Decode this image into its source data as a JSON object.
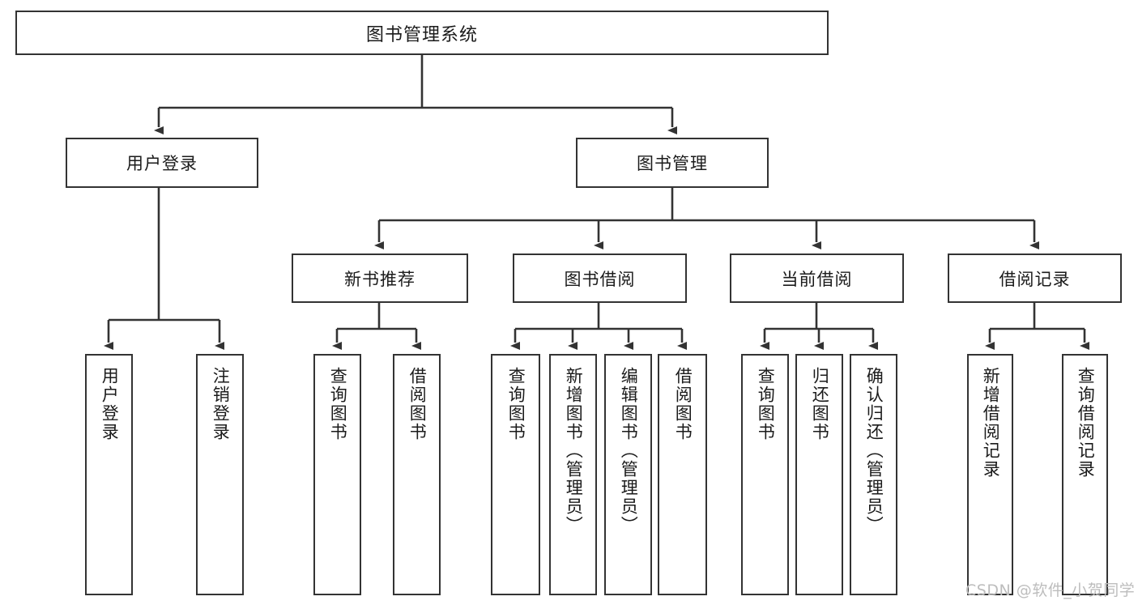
{
  "diagram": {
    "title": "图书管理系统",
    "watermark": "CSDN @软件_小贺同学",
    "accent_color": "#333333",
    "background_color": "#ffffff",
    "level2": {
      "user_login": "用户登录",
      "book_manage": "图书管理"
    },
    "level3": {
      "new_book_rec": "新书推荐",
      "book_borrow": "图书借阅",
      "current_borrow": "当前借阅",
      "borrow_record": "借阅记录"
    },
    "leaves": {
      "user_login_1": "用户登录",
      "user_login_2": "注销登录",
      "new_book_1": "查询图书",
      "new_book_2": "借阅图书",
      "borrow_1": "查询图书",
      "borrow_2": "新增图书（管理员）",
      "borrow_3": "编辑图书（管理员）",
      "borrow_4": "借阅图书",
      "current_1": "查询图书",
      "current_2": "归还图书",
      "current_3": "确认归还（管理员）",
      "record_1": "新增借阅记录",
      "record_2": "查询借阅记录"
    }
  },
  "chart_data": {
    "type": "diagram",
    "diagram_kind": "tree-hierarchy",
    "title": "图书管理系统",
    "orientation": "top-down",
    "nodes": [
      {
        "id": "root",
        "label": "图书管理系统",
        "level": 0,
        "text_orientation": "horizontal"
      },
      {
        "id": "user_login",
        "label": "用户登录",
        "level": 1,
        "text_orientation": "horizontal"
      },
      {
        "id": "book_manage",
        "label": "图书管理",
        "level": 1,
        "text_orientation": "horizontal"
      },
      {
        "id": "new_book_rec",
        "label": "新书推荐",
        "level": 2,
        "text_orientation": "horizontal"
      },
      {
        "id": "book_borrow",
        "label": "图书借阅",
        "level": 2,
        "text_orientation": "horizontal"
      },
      {
        "id": "current_borrow",
        "label": "当前借阅",
        "level": 2,
        "text_orientation": "horizontal"
      },
      {
        "id": "borrow_record",
        "label": "借阅记录",
        "level": 2,
        "text_orientation": "horizontal"
      },
      {
        "id": "user_login_1",
        "label": "用户登录",
        "level": 3,
        "text_orientation": "vertical"
      },
      {
        "id": "user_login_2",
        "label": "注销登录",
        "level": 3,
        "text_orientation": "vertical"
      },
      {
        "id": "new_book_1",
        "label": "查询图书",
        "level": 3,
        "text_orientation": "vertical"
      },
      {
        "id": "new_book_2",
        "label": "借阅图书",
        "level": 3,
        "text_orientation": "vertical"
      },
      {
        "id": "borrow_1",
        "label": "查询图书",
        "level": 3,
        "text_orientation": "vertical"
      },
      {
        "id": "borrow_2",
        "label": "新增图书（管理员）",
        "level": 3,
        "text_orientation": "vertical"
      },
      {
        "id": "borrow_3",
        "label": "编辑图书（管理员）",
        "level": 3,
        "text_orientation": "vertical"
      },
      {
        "id": "borrow_4",
        "label": "借阅图书",
        "level": 3,
        "text_orientation": "vertical"
      },
      {
        "id": "current_1",
        "label": "查询图书",
        "level": 3,
        "text_orientation": "vertical"
      },
      {
        "id": "current_2",
        "label": "归还图书",
        "level": 3,
        "text_orientation": "vertical"
      },
      {
        "id": "current_3",
        "label": "确认归还（管理员）",
        "level": 3,
        "text_orientation": "vertical"
      },
      {
        "id": "record_1",
        "label": "新增借阅记录",
        "level": 3,
        "text_orientation": "vertical"
      },
      {
        "id": "record_2",
        "label": "查询借阅记录",
        "level": 3,
        "text_orientation": "vertical"
      }
    ],
    "edges": [
      {
        "from": "root",
        "to": "user_login"
      },
      {
        "from": "root",
        "to": "book_manage"
      },
      {
        "from": "book_manage",
        "to": "new_book_rec"
      },
      {
        "from": "book_manage",
        "to": "book_borrow"
      },
      {
        "from": "book_manage",
        "to": "current_borrow"
      },
      {
        "from": "book_manage",
        "to": "borrow_record"
      },
      {
        "from": "user_login",
        "to": "user_login_1"
      },
      {
        "from": "user_login",
        "to": "user_login_2"
      },
      {
        "from": "new_book_rec",
        "to": "new_book_1"
      },
      {
        "from": "new_book_rec",
        "to": "new_book_2"
      },
      {
        "from": "book_borrow",
        "to": "borrow_1"
      },
      {
        "from": "book_borrow",
        "to": "borrow_2"
      },
      {
        "from": "book_borrow",
        "to": "borrow_3"
      },
      {
        "from": "book_borrow",
        "to": "borrow_4"
      },
      {
        "from": "current_borrow",
        "to": "current_1"
      },
      {
        "from": "current_borrow",
        "to": "current_2"
      },
      {
        "from": "current_borrow",
        "to": "current_3"
      },
      {
        "from": "borrow_record",
        "to": "record_1"
      },
      {
        "from": "borrow_record",
        "to": "record_2"
      }
    ],
    "edge_style": "orthogonal-arrow",
    "annotations": [
      "CSDN @软件_小贺同学"
    ]
  }
}
